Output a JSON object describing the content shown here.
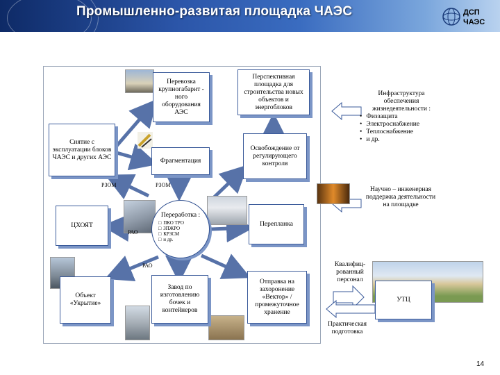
{
  "header": {
    "title": "Промышленно-развитая площадка ЧАЭС"
  },
  "logo": {
    "line1": "ДСП",
    "line2": "ЧАЭС"
  },
  "boxes": {
    "transport": "Перевозка крупногабарит - ного оборудования АЭС",
    "prospective": "Перспективная площадка для строительства новых объектов и энергоблоков",
    "decommission": "Снятие с эксплуатации блоков ЧАЭС и других АЭС",
    "fragmentation": "Фрагментация",
    "release": "Освобождение от регулирующего контроля",
    "csoyat": "ЦХОЯТ",
    "replanning": "Перепланка",
    "shelter": "Объект «Укрытие»",
    "plant": "Завод по изготовлению бочек и контейнеров",
    "disposal": "Отправка на захоронение «Вектор» / промежуточное хранение",
    "utc": "УТЦ"
  },
  "infra": {
    "title": "Инфраструктура обеспечения жизнедеятельности :",
    "items": [
      "Физзащита",
      "Электроснабжение",
      "Теплоснабжение",
      "и др."
    ]
  },
  "science": "Научно – инженерная поддержка деятельности на площадке",
  "processing": {
    "title": "Переработка :",
    "items": [
      "ПКО ТРО",
      "ЗПЖРО",
      "КРЗСМ",
      "и др."
    ]
  },
  "labels": {
    "rzom_left": "РЗОМ",
    "rzom_right": "РЗОМ",
    "rao_left": "РАО",
    "rao_bottom": "РАО",
    "qualified": "Квалифиц- рованный персонал",
    "practical": "Практическая подготовка"
  },
  "page_number": "14",
  "colors": {
    "header_dark": "#0e2a66",
    "header_light": "#b9d2ef",
    "box_shadow": "#7b95c6",
    "arrow": "#3a5a9a"
  }
}
